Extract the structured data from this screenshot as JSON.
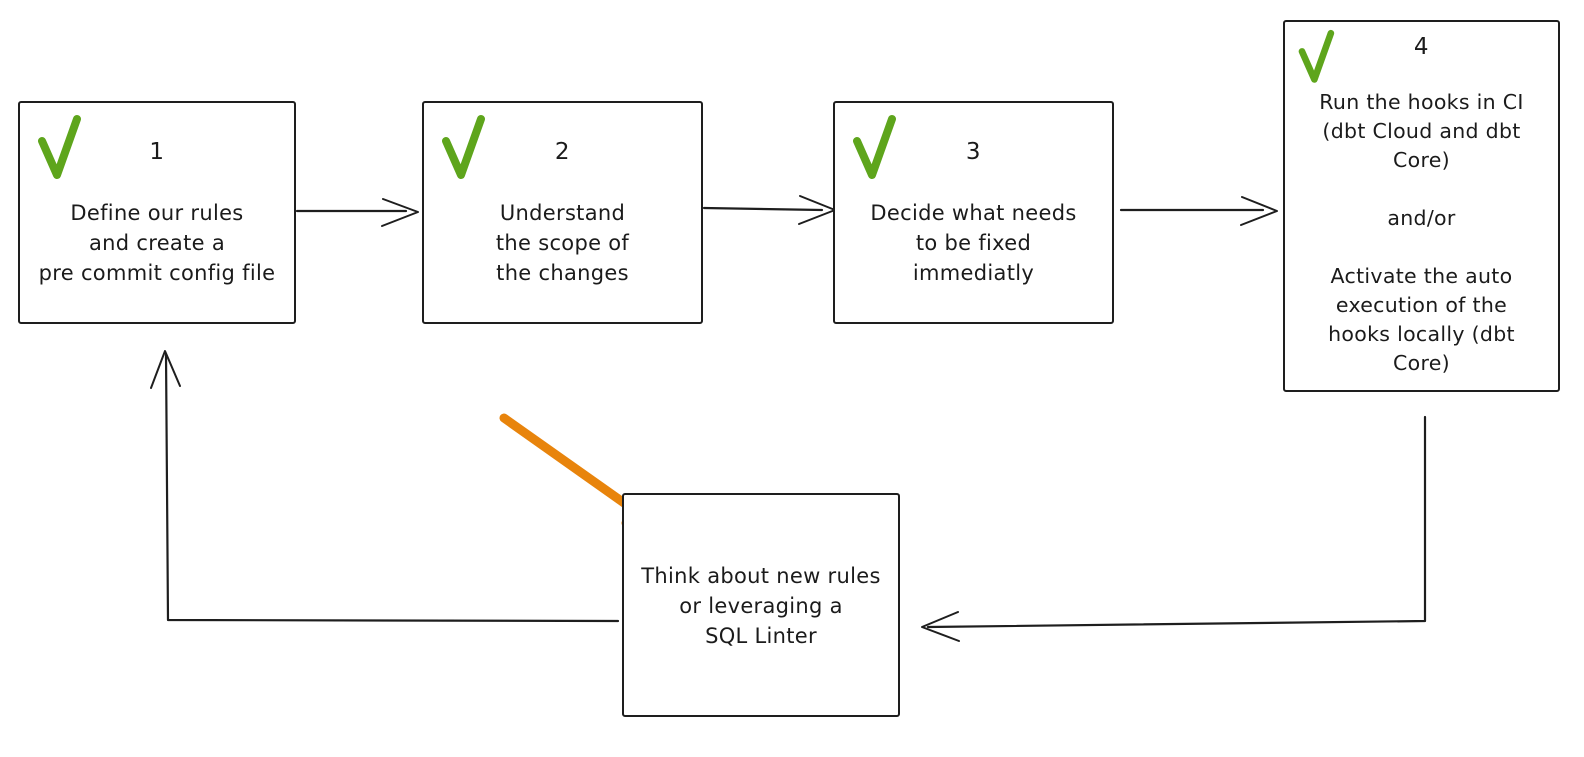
{
  "title": "pre-commit workflow diagram",
  "colors": {
    "ink": "#1e1e1e",
    "green": "#5ea51c",
    "orange": "#e8840c",
    "background": "#ffffff"
  },
  "boxes": {
    "step1": {
      "number": "1",
      "checked": true,
      "text": "Define our rules\nand create a\npre commit config file"
    },
    "step2": {
      "number": "2",
      "checked": true,
      "text": "Understand\nthe scope of\nthe changes"
    },
    "step3": {
      "number": "3",
      "checked": true,
      "text": "Decide what needs\nto be fixed\nimmediatly"
    },
    "step4": {
      "number": "4",
      "checked": true,
      "text": "Run the hooks in CI\n(dbt Cloud and dbt\nCore)\n\nand/or\n\nActivate the auto\nexecution of the\nhooks locally (dbt\nCore)"
    },
    "loop": {
      "number": "",
      "checked": false,
      "text": "Think about new rules\nor leveraging a\nSQL Linter"
    }
  },
  "arrows": {
    "step1_to_step2": "step 1 to step 2",
    "step2_to_step3": "step 2 to step 3",
    "step3_to_step4": "step 3 to step 4",
    "step4_to_loop": "step 4 down and left into loop box",
    "loop_to_step1": "loop box left and up into step 1",
    "orange_pointer": "orange arrow pointing at loop box"
  }
}
